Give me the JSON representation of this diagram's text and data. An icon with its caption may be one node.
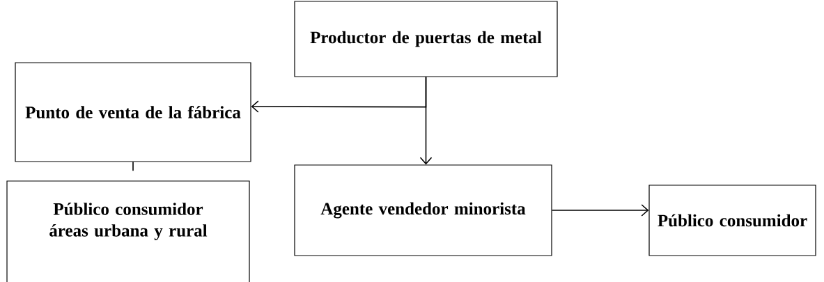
{
  "diagram": {
    "nodes": [
      {
        "text": [
          "Productor de puertas de metal"
        ]
      },
      {
        "text": [
          "Punto de venta de la fábrica"
        ]
      },
      {
        "text": [
          "Público consumidor áreas urbana y rural"
        ]
      },
      {
        "text": [
          "Agente vendedor minorista"
        ]
      },
      {
        "text": [
          "Público consumidor"
        ]
      }
    ],
    "edges": [
      {
        "from": 0,
        "to": 1,
        "arrow": "to"
      },
      {
        "from": 0,
        "to": 3,
        "arrow": "to"
      },
      {
        "from": 1,
        "to": 2,
        "arrow": "none"
      },
      {
        "from": 3,
        "to": 4,
        "arrow": "to"
      }
    ]
  }
}
